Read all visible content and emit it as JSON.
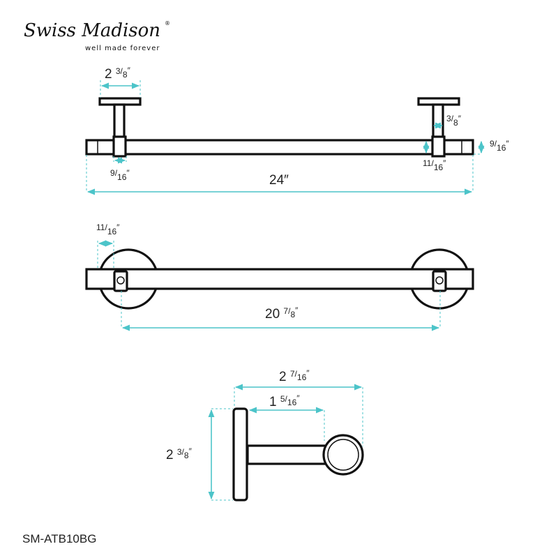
{
  "brand": {
    "name": "Swiss Madison",
    "tagline": "well made forever",
    "mark": "®"
  },
  "accent_color": "#4cc4c9",
  "model": "SM-ATB10BG",
  "front_view": {
    "flange_width": {
      "whole": "2",
      "num": "3",
      "den": "8"
    },
    "post_width": {
      "whole": "",
      "num": "3",
      "den": "8"
    },
    "bar_height": {
      "whole": "",
      "num": "9",
      "den": "16"
    },
    "collar_height": {
      "whole": "",
      "num": "11",
      "den": "16"
    },
    "collar_width": {
      "whole": "",
      "num": "9",
      "den": "16"
    },
    "overall_length": {
      "whole": "24",
      "num": "",
      "den": ""
    }
  },
  "top_view": {
    "end_overhang": {
      "whole": "",
      "num": "11",
      "den": "16"
    },
    "center_spacing": {
      "whole": "20",
      "num": "7",
      "den": "8"
    }
  },
  "side_view": {
    "projection": {
      "whole": "2",
      "num": "7",
      "den": "16"
    },
    "arm_length": {
      "whole": "1",
      "num": "5",
      "den": "16"
    },
    "plate_height": {
      "whole": "2",
      "num": "3",
      "den": "8"
    }
  }
}
